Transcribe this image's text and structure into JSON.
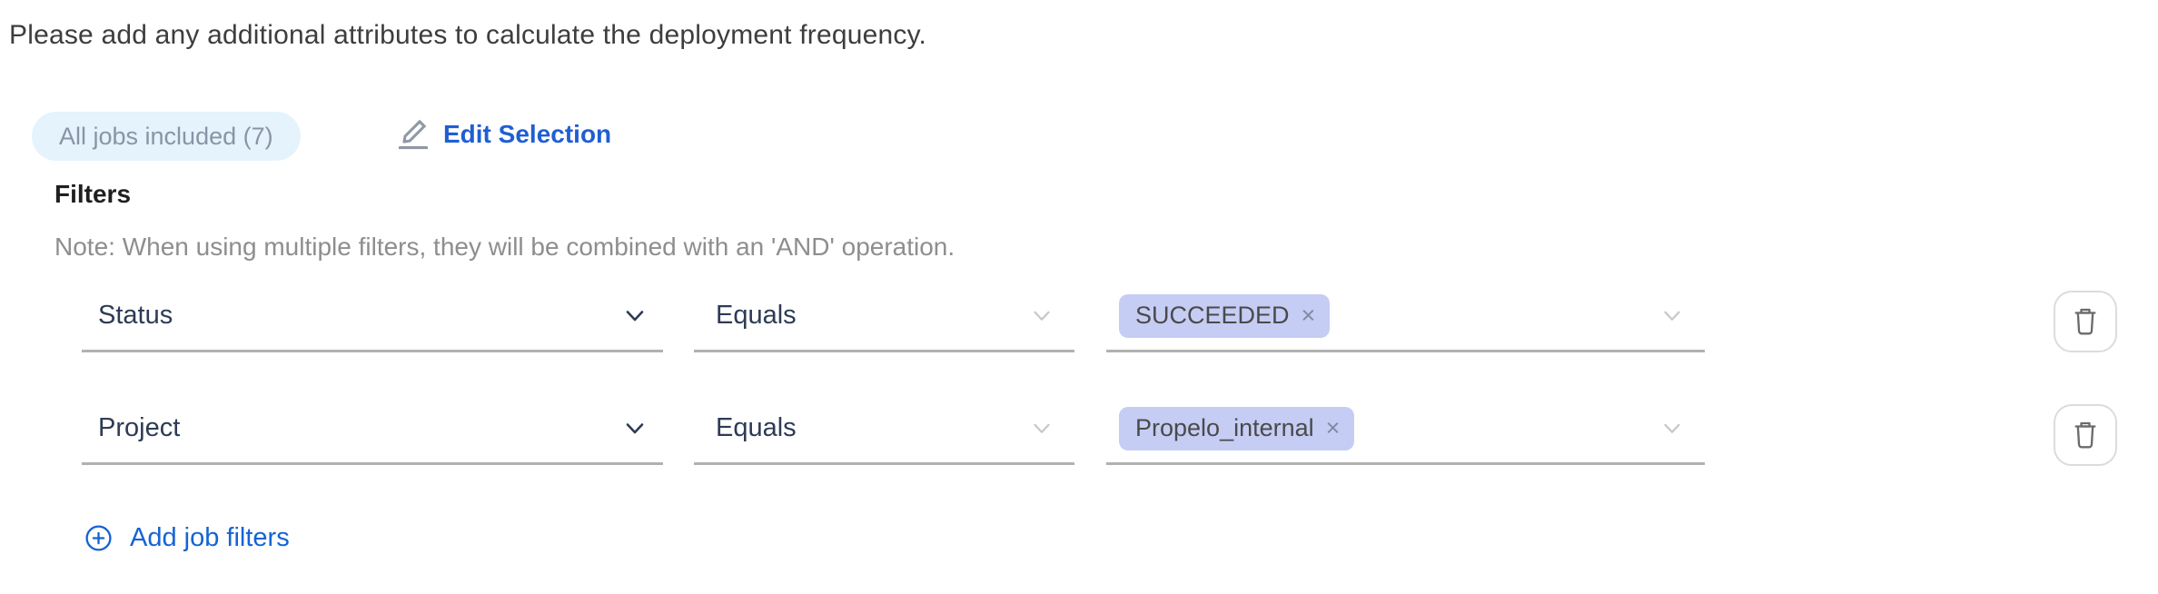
{
  "page": {
    "instruction": "Please add any additional attributes to calculate the deployment frequency."
  },
  "jobs_summary": {
    "badge_label": "All jobs included (7)",
    "edit_button_label": "Edit Selection"
  },
  "filters": {
    "heading": "Filters",
    "note": "Note: When using multiple filters, they will be combined with an 'AND' operation.",
    "add_button_label": "Add job filters",
    "rows": [
      {
        "attribute": "Status",
        "operator": "Equals",
        "values": [
          {
            "label": "SUCCEEDED",
            "remove_icon": "×"
          }
        ]
      },
      {
        "attribute": "Project",
        "operator": "Equals",
        "values": [
          {
            "label": "Propelo_internal",
            "remove_icon": "×"
          }
        ]
      }
    ]
  },
  "icons": {
    "edit": "pencil-underline",
    "delete": "trash-can",
    "add": "plus-circle",
    "dropdown": "chevron-down"
  },
  "colors": {
    "link_blue": "#1f5fd2",
    "add_blue": "#1563d5",
    "badge_bg": "#e4f3fc",
    "badge_text": "#8a94a5",
    "tag_bg": "#c5cdf4",
    "select_text": "#2d3b55",
    "note_gray": "#8e8e8e"
  }
}
